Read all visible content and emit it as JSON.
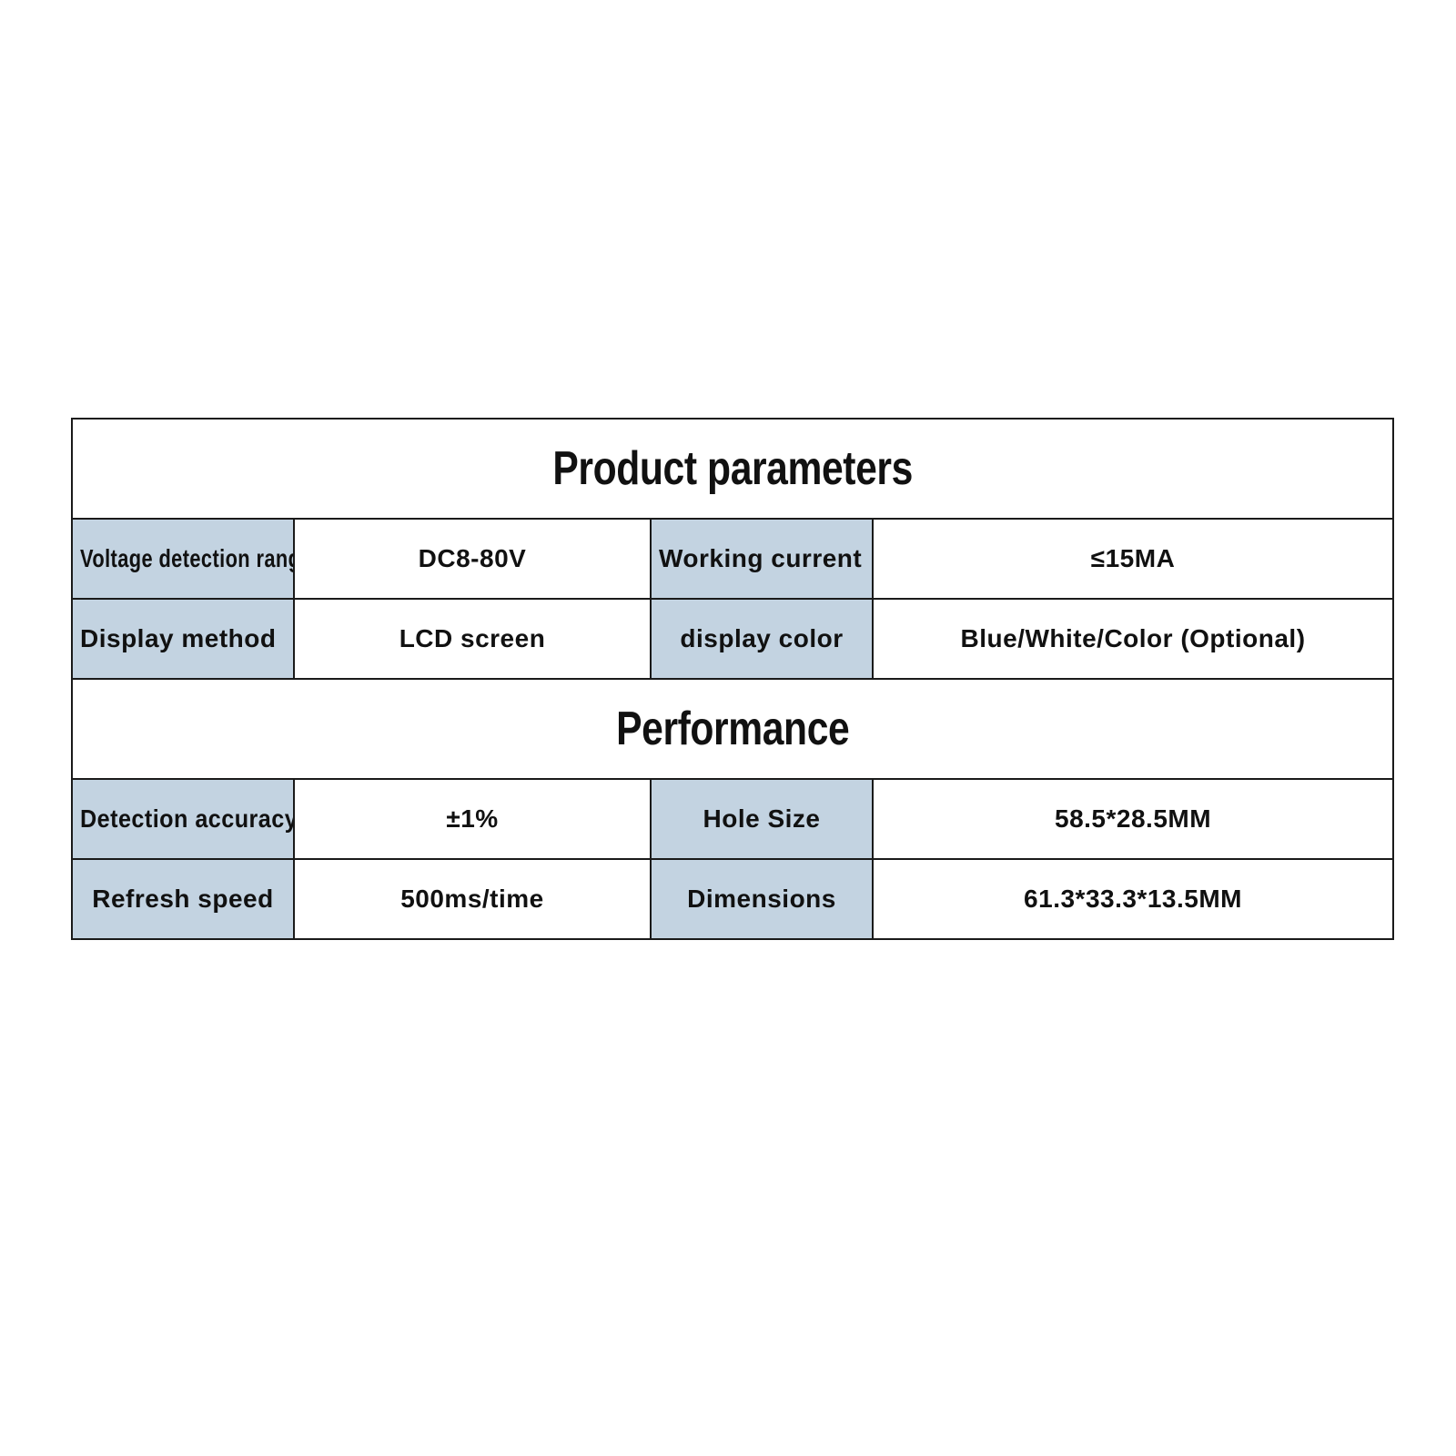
{
  "tables": [
    {
      "heading": "Product parameters",
      "rows": [
        [
          {
            "label": "Voltage detection range",
            "value": "DC8-80V"
          },
          {
            "label": "Working current",
            "value": "≤15MA"
          }
        ],
        [
          {
            "label": "Display method",
            "value": "LCD screen"
          },
          {
            "label": "display color",
            "value": "Blue/White/Color (Optional)"
          }
        ]
      ]
    },
    {
      "heading": "Performance",
      "rows": [
        [
          {
            "label": "Detection accuracy",
            "value": "±1%"
          },
          {
            "label": "Hole Size",
            "value": "58.5*28.5MM"
          }
        ],
        [
          {
            "label": "Refresh speed",
            "value": "500ms/time"
          },
          {
            "label": "Dimensions",
            "value": "61.3*33.3*13.5MM"
          }
        ]
      ]
    }
  ],
  "colors": {
    "label_background": "#c3d3e1",
    "border": "#1a1a1a",
    "text": "#111111"
  }
}
